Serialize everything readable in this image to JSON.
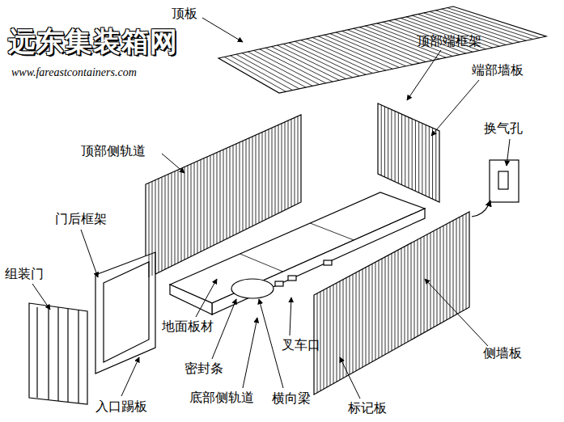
{
  "diagram": {
    "labels": [
      "远东集装箱网",
      "www.fareastcontainers.com",
      "顶板",
      "顶部端框架",
      "端部墙板",
      "换气孔",
      "顶部侧轨道",
      "门后框架",
      "组装门",
      "地面板材",
      "密封条",
      "底部侧轨道",
      "横向梁",
      "叉车口",
      "侧墙板",
      "入口踢板",
      "标记板"
    ]
  }
}
